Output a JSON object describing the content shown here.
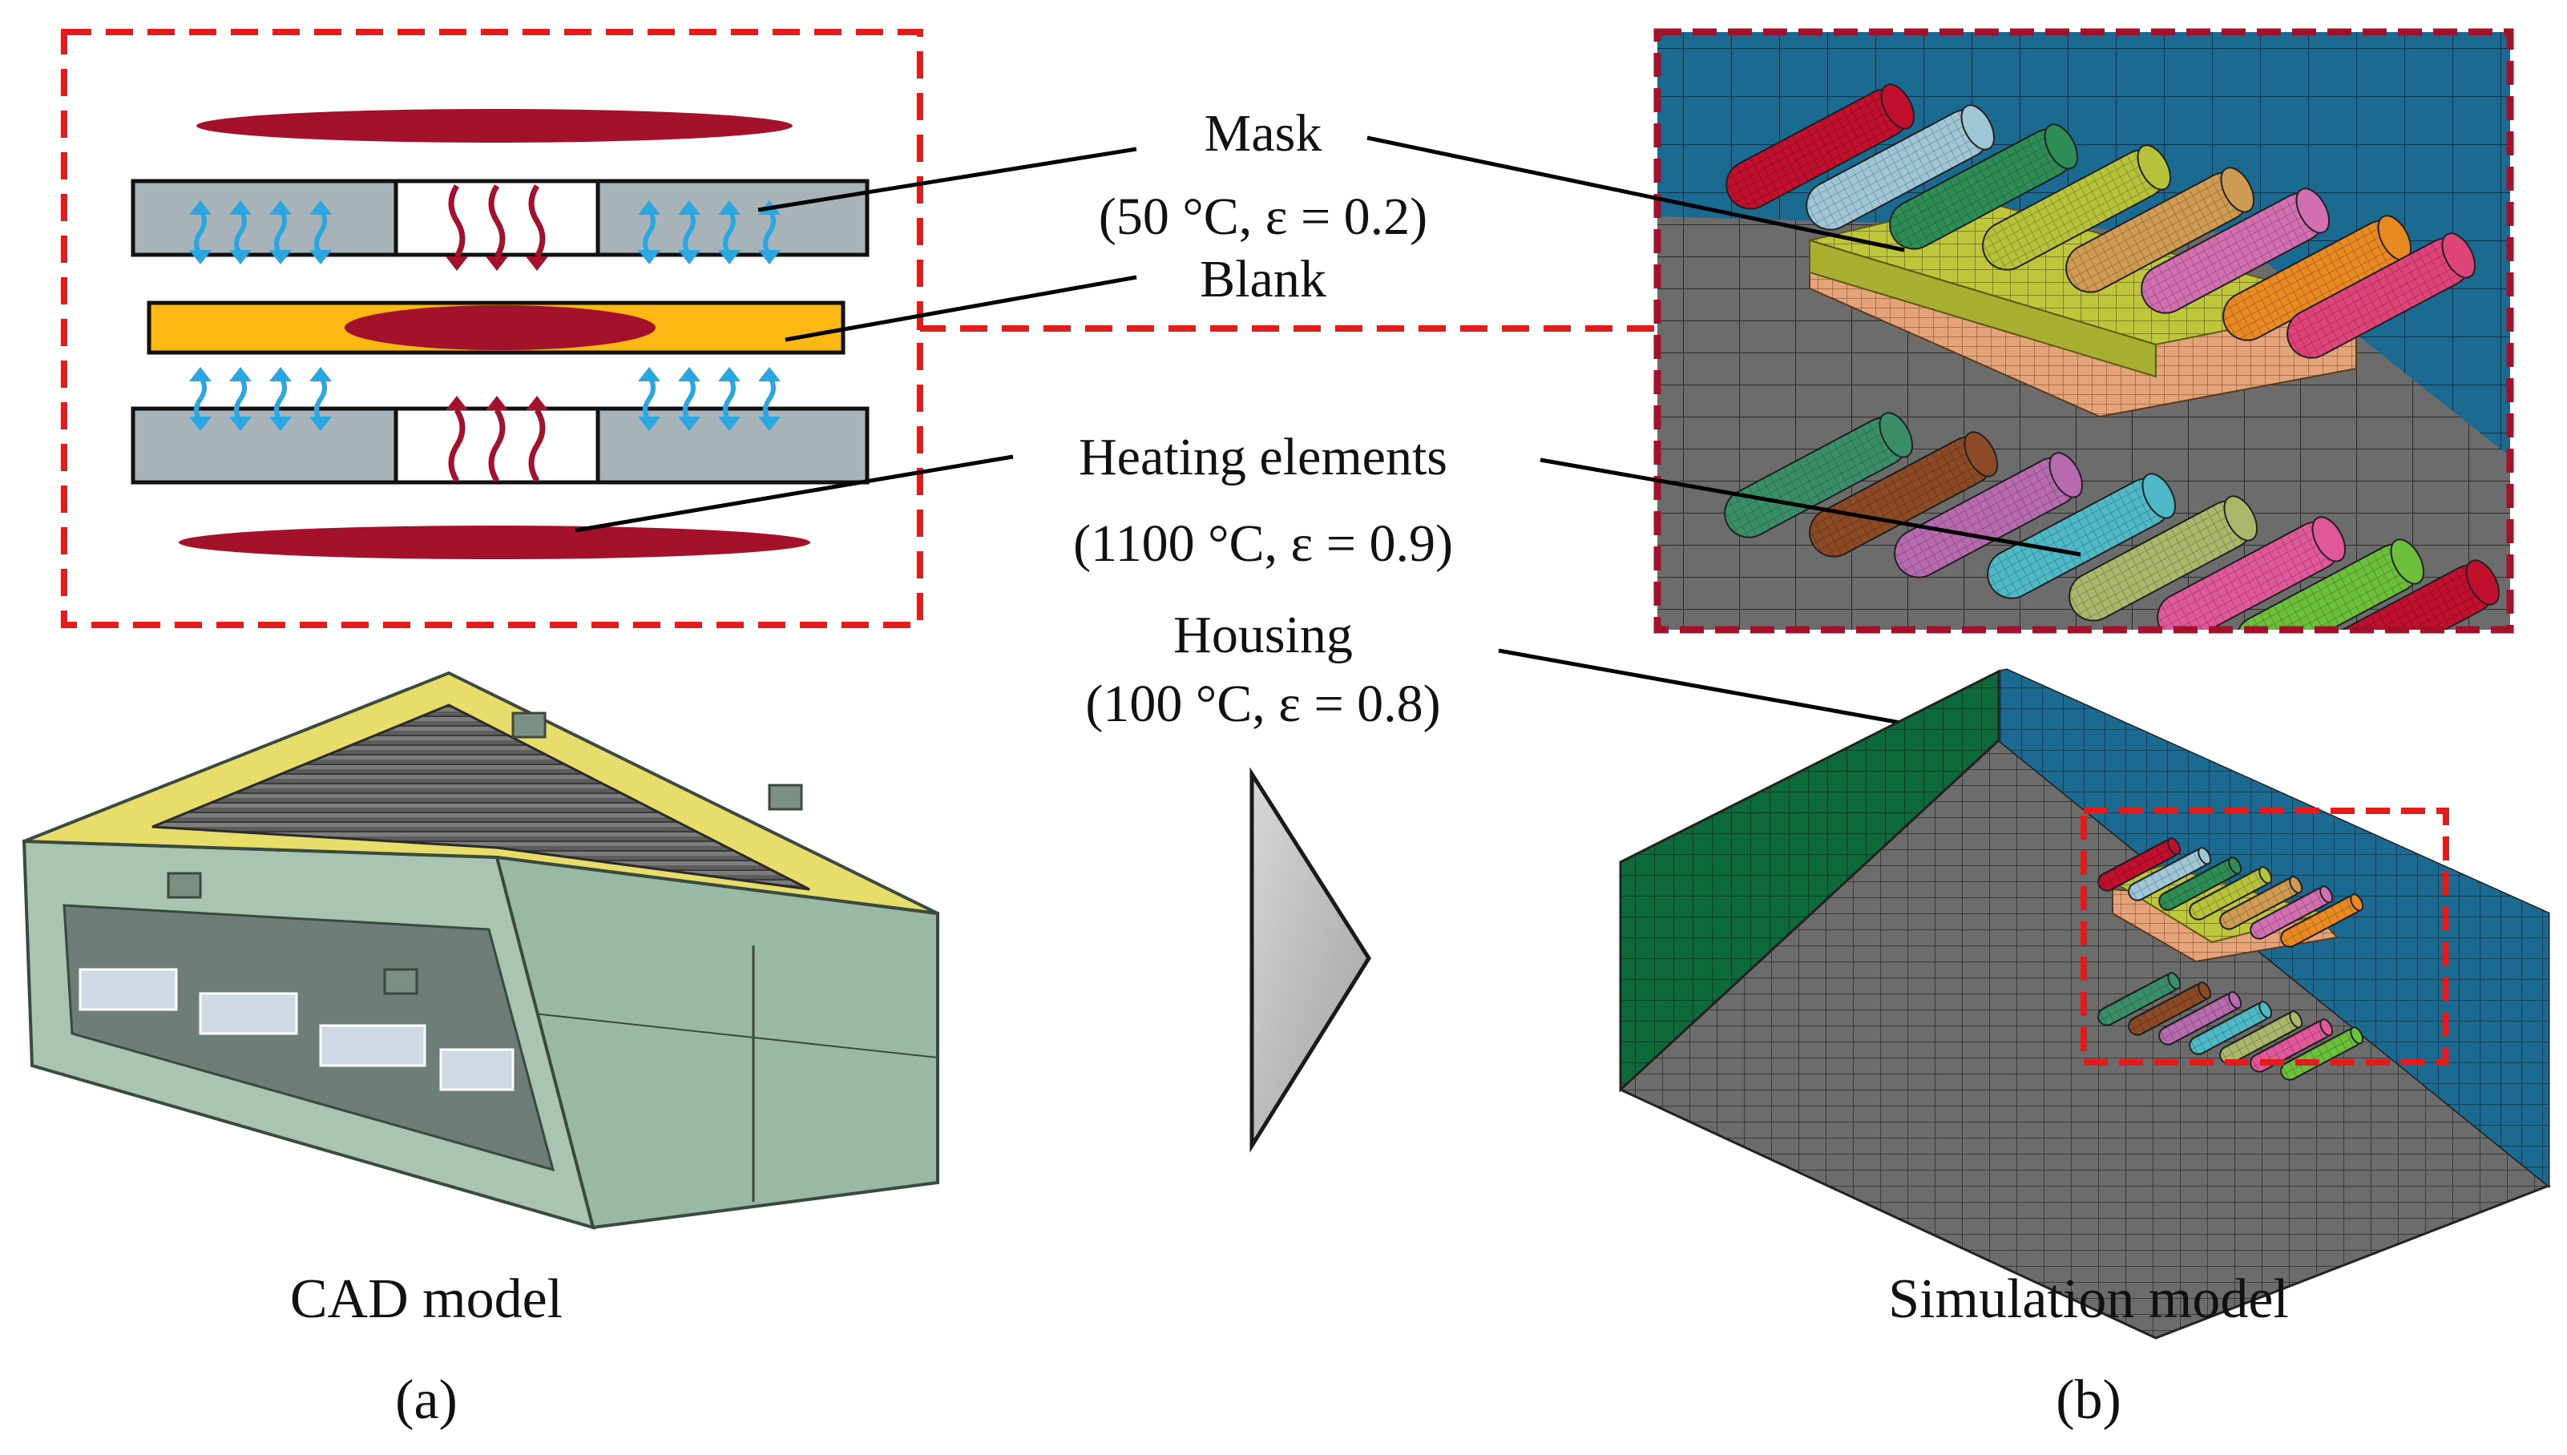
{
  "labels": {
    "mask": "Mask",
    "mask_props": "(50 °C, ε = 0.2)",
    "blank": "Blank",
    "heating": "Heating elements",
    "heating_props": "(1100 °C, ε = 0.9)",
    "housing": "Housing",
    "housing_props": "(100 °C, ε = 0.8)"
  },
  "captions": {
    "cad": "CAD model",
    "sim": "Simulation model",
    "a": "(a)",
    "b": "(b)"
  },
  "colors": {
    "heater": "#a3112b",
    "mask": "#a7b3b9",
    "blank": "#fdb813",
    "cooling_arrow": "#2aa7e0",
    "dashed_frame": "#e31b1b",
    "housing_wall_blue": "#1a6a91",
    "housing_wall_green": "#0d6b3a",
    "floor": "#6c6c6c",
    "cad_body": "#9ab8a6",
    "cad_frame": "#e8dc6a"
  },
  "heating_element_colors": [
    "#c0102e",
    "#9fc6d6",
    "#2e8d55",
    "#b6c23a",
    "#cf9a52",
    "#d26fb1",
    "#e98922",
    "#e0437a",
    "#3a8f6a",
    "#8c4a25",
    "#b86ab1",
    "#4fb8c6",
    "#a8b76a",
    "#e0589a",
    "#6bbf3a"
  ]
}
